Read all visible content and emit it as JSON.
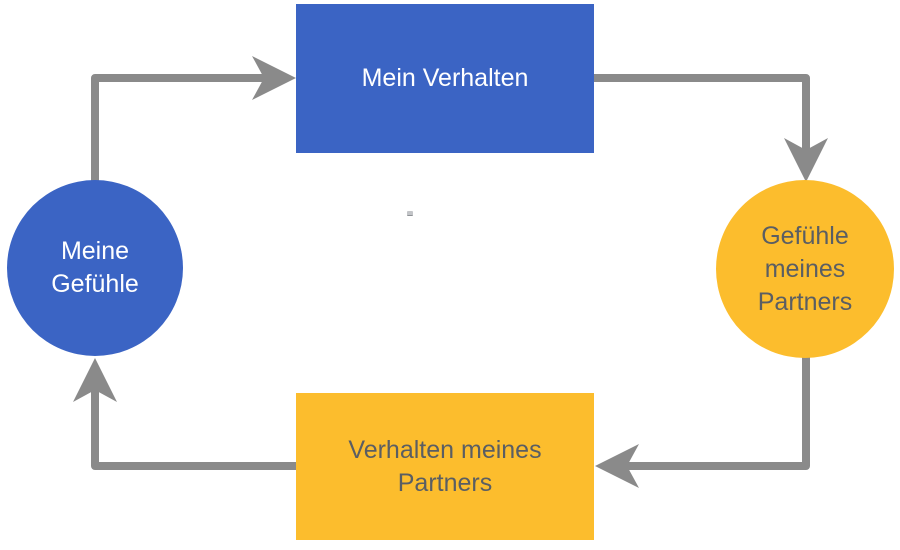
{
  "diagram": {
    "background": "#FFFFFF",
    "nodes": {
      "left": {
        "label": "Meine\nGefühle",
        "shape": "circle",
        "fill": "#3B64C4",
        "text_color": "#FFFFFF"
      },
      "top": {
        "label": "Mein Verhalten",
        "shape": "rectangle",
        "fill": "#3B64C4",
        "text_color": "#FFFFFF"
      },
      "right": {
        "label": "Gefühle\nmeines\nPartners",
        "shape": "circle",
        "fill": "#FCBD2D",
        "text_color": "#5A5E63"
      },
      "bottom": {
        "label": "Verhalten meines\nPartners",
        "shape": "rectangle",
        "fill": "#FCBD2D",
        "text_color": "#5A5E63"
      }
    },
    "edges": [
      {
        "from": "left",
        "to": "top"
      },
      {
        "from": "top",
        "to": "right"
      },
      {
        "from": "right",
        "to": "bottom"
      },
      {
        "from": "bottom",
        "to": "left"
      }
    ],
    "colors": {
      "arrow": "#8A8A8A",
      "blue": "#3B64C4",
      "yellow": "#FCBD2D",
      "dark_text": "#5A5E63",
      "light_text": "#FFFFFF"
    }
  }
}
